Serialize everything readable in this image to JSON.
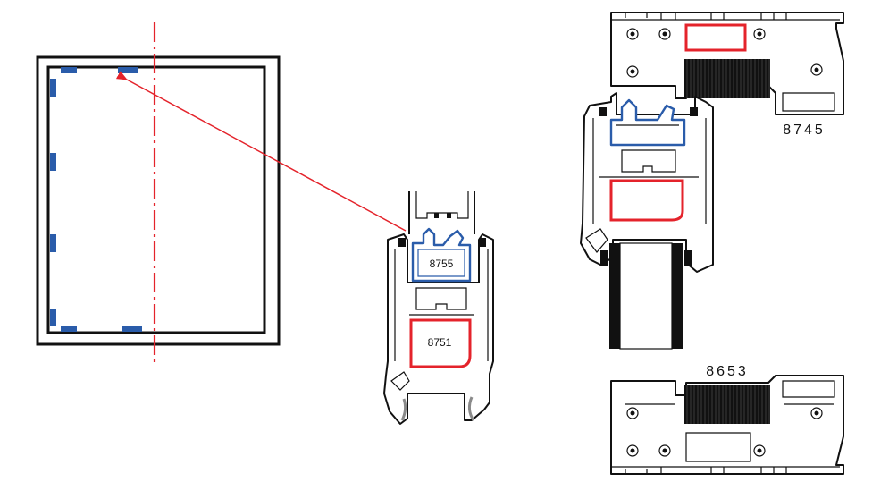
{
  "colors": {
    "accent_red": "#e4232b",
    "accent_blue": "#2a5caa",
    "outline": "#111111",
    "background": "#ffffff",
    "seal_grey": "#8a8a8a"
  },
  "labels": {
    "profile_center_frame": "8755",
    "profile_center_sash": "8751",
    "profile_top": "8745",
    "profile_bottom": "8653"
  }
}
